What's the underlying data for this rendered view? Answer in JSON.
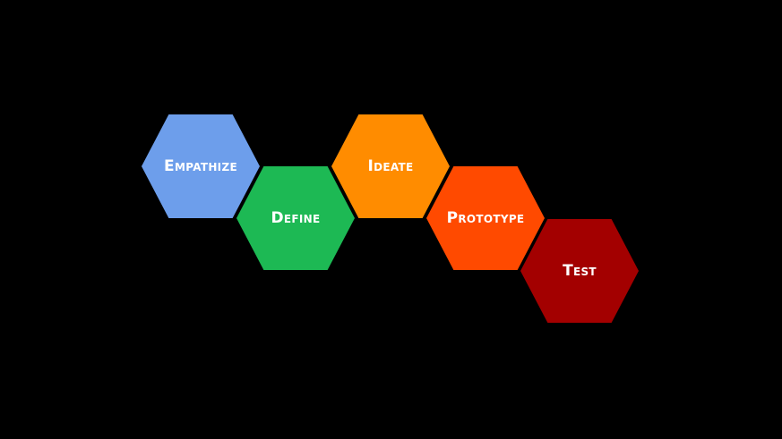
{
  "diagram": {
    "background": "#000000",
    "stages": [
      {
        "label": "Empathize",
        "color": "#6d9eeb"
      },
      {
        "label": "Define",
        "color": "#1db954"
      },
      {
        "label": "Ideate",
        "color": "#ff8c00"
      },
      {
        "label": "Prototype",
        "color": "#ff4a00"
      },
      {
        "label": "Test",
        "color": "#a30000"
      }
    ]
  }
}
